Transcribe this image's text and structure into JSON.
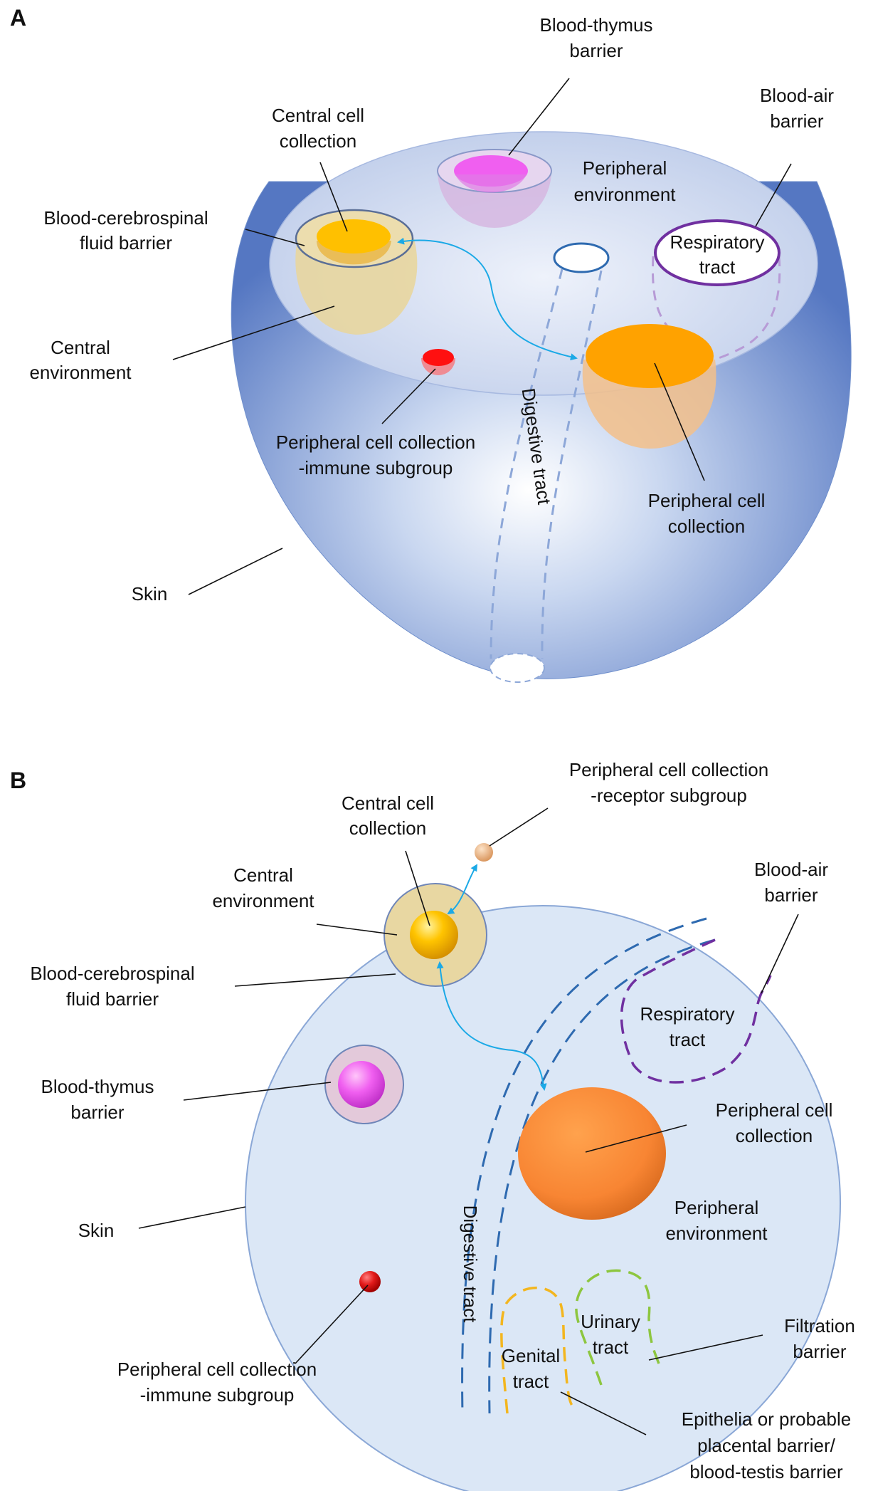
{
  "panel_a": {
    "letter": "A",
    "labels": {
      "blood_thymus_barrier": [
        "Blood-thymus",
        "barrier"
      ],
      "central_cell_collection": [
        "Central cell",
        "collection"
      ],
      "blood_air_barrier": [
        "Blood-air",
        "barrier"
      ],
      "peripheral_environment": [
        "Peripheral",
        "environment"
      ],
      "blood_csf_barrier": [
        "Blood-cerebrospinal",
        "fluid barrier"
      ],
      "respiratory_tract": [
        "Respiratory",
        "tract"
      ],
      "central_environment": [
        "Central",
        "environment"
      ],
      "peripheral_immune": [
        "Peripheral cell collection",
        "-immune subgroup"
      ],
      "digestive_tract": "Digestive tract",
      "peripheral_cell_collection": [
        "Peripheral cell",
        "collection"
      ],
      "skin": "Skin"
    }
  },
  "panel_b": {
    "letter": "B",
    "labels": {
      "peripheral_receptor": [
        "Peripheral cell collection",
        "-receptor subgroup"
      ],
      "central_cell_collection": [
        "Central cell",
        "collection"
      ],
      "central_environment": [
        "Central",
        "environment"
      ],
      "blood_air_barrier": [
        "Blood-air",
        "barrier"
      ],
      "blood_csf_barrier": [
        "Blood-cerebrospinal",
        "fluid barrier"
      ],
      "respiratory_tract": [
        "Respiratory",
        "tract"
      ],
      "blood_thymus_barrier": [
        "Blood-thymus",
        "barrier"
      ],
      "peripheral_cell_collection": [
        "Peripheral cell",
        "collection"
      ],
      "skin": "Skin",
      "peripheral_environment": [
        "Peripheral",
        "environment"
      ],
      "digestive_tract": "Digestive tract",
      "urinary_tract": [
        "Urinary",
        "tract"
      ],
      "filtration_barrier": [
        "Filtration",
        "barrier"
      ],
      "genital_tract": [
        "Genital",
        "tract"
      ],
      "peripheral_immune": [
        "Peripheral cell collection",
        "-immune subgroup"
      ],
      "epithelia": [
        "Epithelia or probable",
        "placental barrier/",
        "blood-testis barrier"
      ]
    }
  },
  "colors": {
    "sphere_blue": "#5b7fc7",
    "inner_disc": "#dde6f5",
    "circle_b_fill": "#dbe7f6",
    "central_yellow": "#ffc000",
    "central_env": "#e8d7a2",
    "thymus_pink": "#f064ee",
    "peripheral_orange": "#f88533",
    "immune_red": "#e31b1b",
    "respiratory_purple": "#7030a0",
    "digestive_blue": "#2e6ab0",
    "arrow_cyan": "#1ba9e6",
    "genital_yellow": "#f3b61f",
    "urinary_green": "#8dc63f"
  }
}
